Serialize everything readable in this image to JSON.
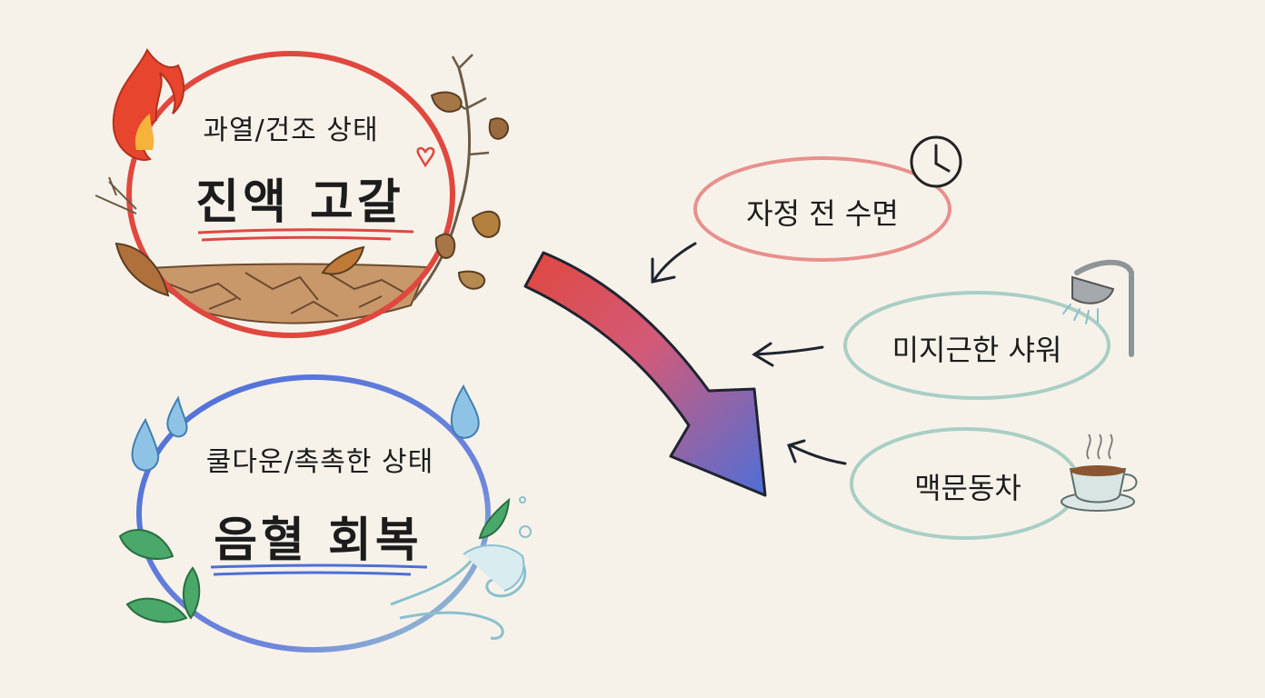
{
  "states": {
    "dry": {
      "subtitle": "과열/건조 상태",
      "title": "진액 고갈",
      "color": "#e0483f",
      "icons": [
        "fire-icon",
        "bare-branch-icon",
        "dry-leaf-icon",
        "cracked-earth-icon",
        "heart-icon"
      ]
    },
    "moist": {
      "subtitle": "쿨다운/촉촉한 상태",
      "title": "음혈 회복",
      "color": "#4d6fd8",
      "icons": [
        "water-drop-icon",
        "green-leaf-icon",
        "mist-swirl-icon"
      ]
    }
  },
  "transition": {
    "from_color": "#e0483f",
    "to_color": "#4d6fd8",
    "icon": "gradient-arrow-icon"
  },
  "methods": [
    {
      "label": "자정 전 수면",
      "icon": "clock-icon",
      "border_color": "#e8908c"
    },
    {
      "label": "미지근한 샤워",
      "icon": "shower-head-icon",
      "border_color": "#a9cfc5"
    },
    {
      "label": "맥문동차",
      "icon": "tea-cup-icon",
      "border_color": "#a9cfc5"
    }
  ]
}
